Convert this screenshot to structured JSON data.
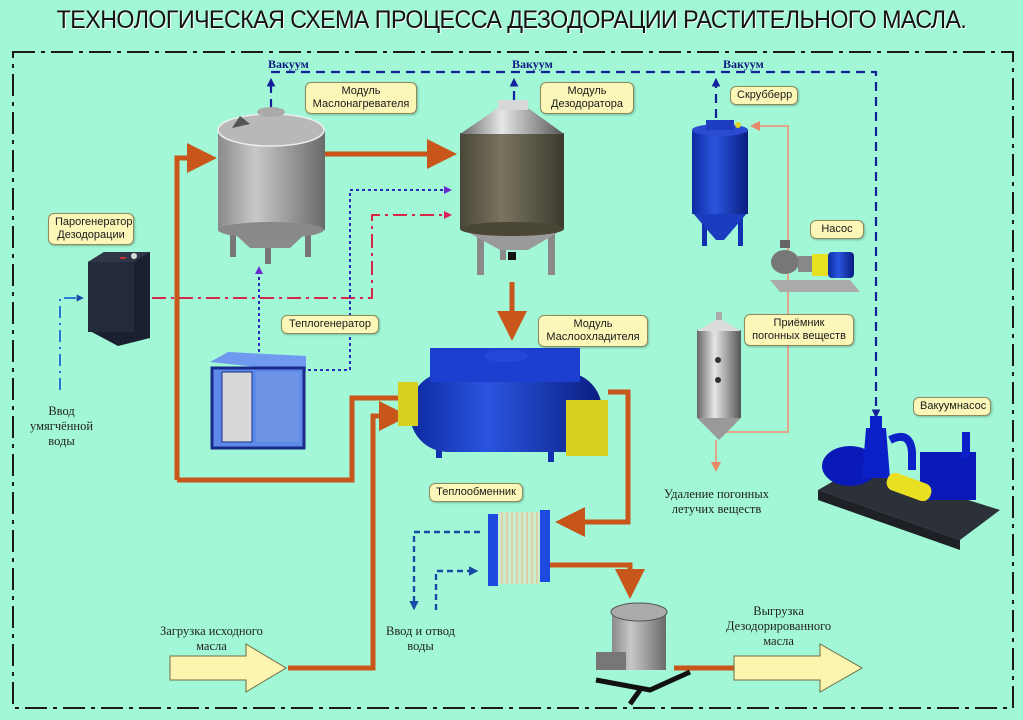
{
  "title": "ТЕХНОЛОГИЧЕСКАЯ СХЕМА ПРОЦЕССА ДЕЗОДОРАЦИИ РАСТИТЕЛЬНОГО МАСЛА.",
  "vacuum_labels": [
    "Вакуум",
    "Вакуум",
    "Вакуум"
  ],
  "equipment": {
    "oil_heater": "Модуль\nМаслонагревателя",
    "deodorizer": "Модуль\nДезодоратора",
    "scrubber": "Скрубберр",
    "pump": "Насос",
    "distillate_receiver": "Приёмник\nпогонных веществ",
    "steam_generator": "Парогенератор\nДезодорации",
    "heat_generator": "Теплогенератор",
    "oil_cooler": "Модуль\nМаслоохладителя",
    "vacuum_pump": "Вакуумнасос",
    "heat_exchanger": "Теплообменник"
  },
  "notes": {
    "softened_water_input": "Ввод\nумягчённой\nводы",
    "volatile_removal": "Удаление погонных\nлетучих веществ",
    "water_in_out": "Ввод и отвод\nводы",
    "raw_oil_loading": "Загрузка исходного\nмасла",
    "deodorized_oil_unloading": "Выгрузка\nДезодорированного\nмасла"
  },
  "colors": {
    "background": "#a2f8d6",
    "oil_line": "#c8561a",
    "vacuum_line": "#12209a",
    "steam_line": "#d8284a",
    "heat_line": "#2a2ab8",
    "distillate_line": "#e8a88c",
    "water_line": "#1a4aa8",
    "callout_bg": "#fbf7b9",
    "arrow_fill": "#fbf5b0"
  }
}
